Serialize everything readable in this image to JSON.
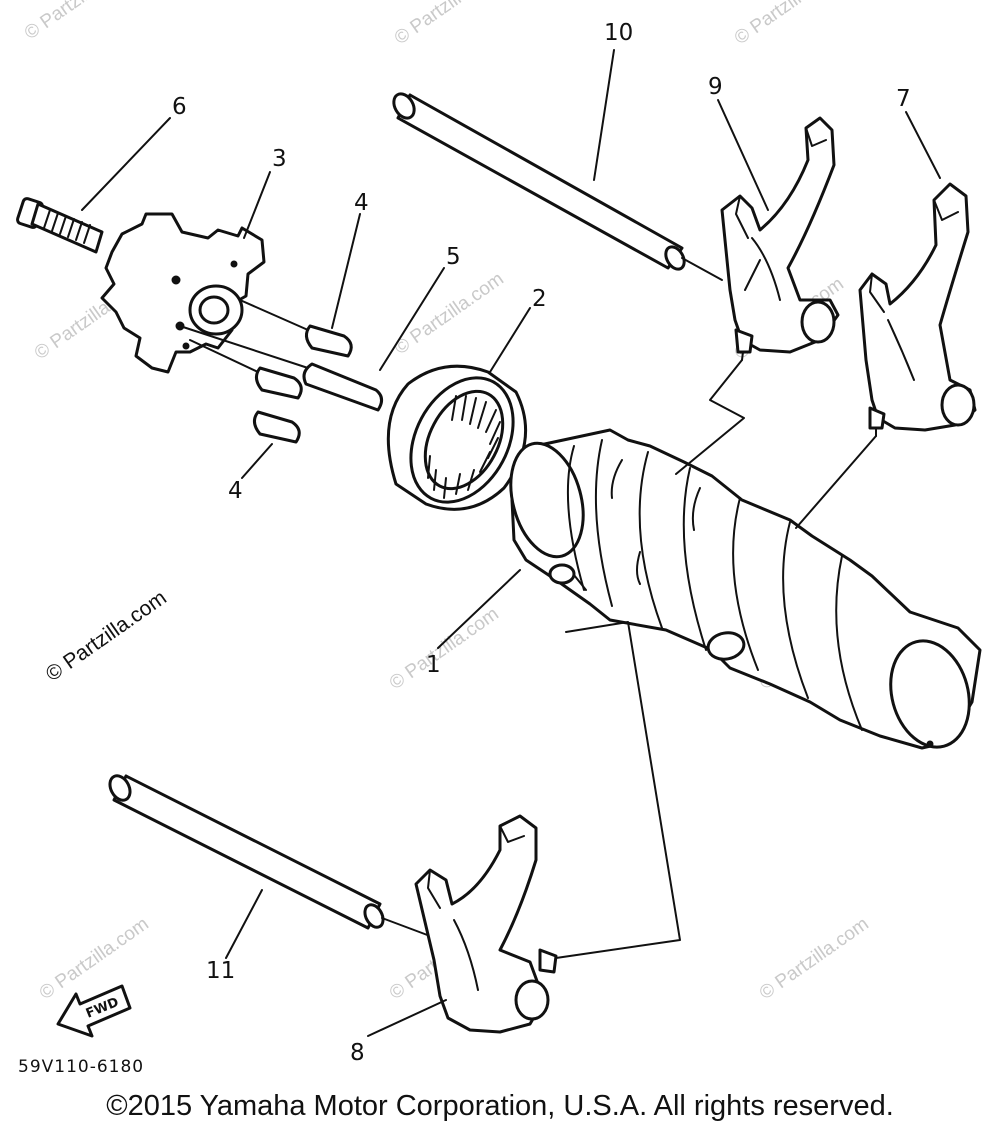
{
  "callouts": {
    "c1": "1",
    "c2": "2",
    "c3": "3",
    "c4a": "4",
    "c4b": "4",
    "c5": "5",
    "c6": "6",
    "c7": "7",
    "c8": "8",
    "c9": "9",
    "c10": "10",
    "c11": "11"
  },
  "watermark": "© Partzilla.com",
  "diagram_code": "59V110-6180",
  "fwd_label": "FWD",
  "copyright": "©2015 Yamaha Motor Corporation, U.S.A. All rights reserved."
}
